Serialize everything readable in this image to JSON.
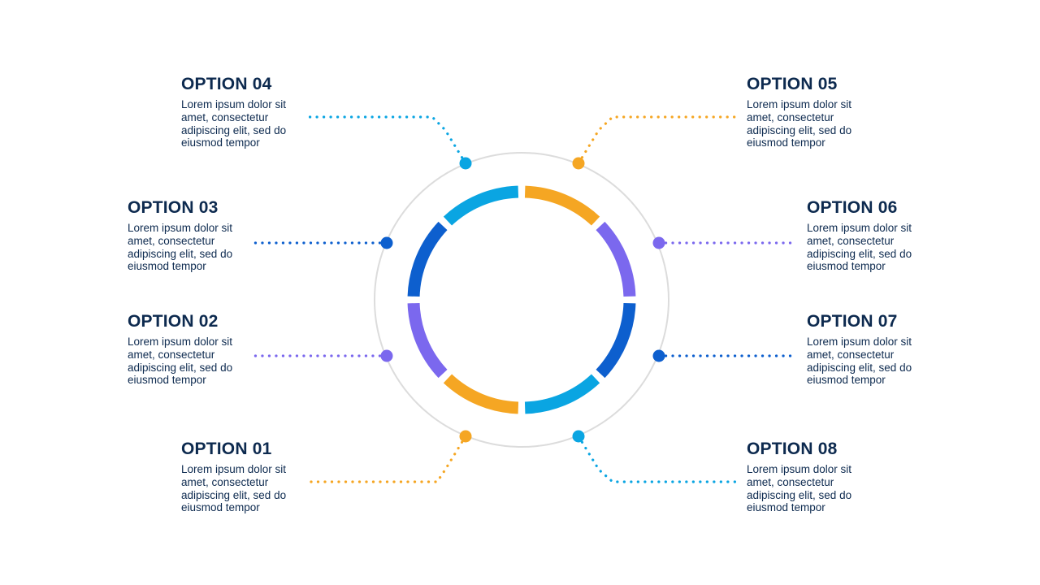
{
  "colors": {
    "cyan": "#0aa5e2",
    "orange": "#f5a623",
    "purple": "#7b68ee",
    "blue": "#0d5fce",
    "ring": "#dcdcdc",
    "text": "#0d2a4f"
  },
  "options": [
    {
      "id": "01",
      "title": "OPTION 01",
      "text": "Lorem ipsum dolor sit amet, consectetur adipiscing elit, sed do eiusmod tempor",
      "color": "#f5a623"
    },
    {
      "id": "02",
      "title": "OPTION 02",
      "text": "Lorem ipsum dolor sit amet, consectetur adipiscing elit, sed do eiusmod tempor",
      "color": "#7b68ee"
    },
    {
      "id": "03",
      "title": "OPTION 03",
      "text": "Lorem ipsum dolor sit amet, consectetur adipiscing elit, sed do eiusmod tempor",
      "color": "#0d5fce"
    },
    {
      "id": "04",
      "title": "OPTION 04",
      "text": "Lorem ipsum dolor sit amet, consectetur adipiscing elit, sed do eiusmod tempor",
      "color": "#0aa5e2"
    },
    {
      "id": "05",
      "title": "OPTION 05",
      "text": "Lorem ipsum dolor sit amet, consectetur adipiscing elit, sed do eiusmod tempor",
      "color": "#f5a623"
    },
    {
      "id": "06",
      "title": "OPTION 06",
      "text": "Lorem ipsum dolor sit amet, consectetur adipiscing elit, sed do eiusmod tempor",
      "color": "#7b68ee"
    },
    {
      "id": "07",
      "title": "OPTION 07",
      "text": "Lorem ipsum dolor sit amet, consectetur adipiscing elit, sed do eiusmod tempor",
      "color": "#0d5fce"
    },
    {
      "id": "08",
      "title": "OPTION 08",
      "text": "Lorem ipsum dolor sit amet, consectetur adipiscing elit, sed do eiusmod tempor",
      "color": "#0aa5e2"
    }
  ],
  "segments": [
    {
      "name": "segment-1",
      "color": "#f5a623"
    },
    {
      "name": "segment-2",
      "color": "#7b68ee"
    },
    {
      "name": "segment-3",
      "color": "#0d5fce"
    },
    {
      "name": "segment-4",
      "color": "#0aa5e2"
    },
    {
      "name": "segment-5",
      "color": "#f5a623"
    },
    {
      "name": "segment-6",
      "color": "#7b68ee"
    },
    {
      "name": "segment-7",
      "color": "#0d5fce"
    },
    {
      "name": "segment-8",
      "color": "#0aa5e2"
    }
  ]
}
